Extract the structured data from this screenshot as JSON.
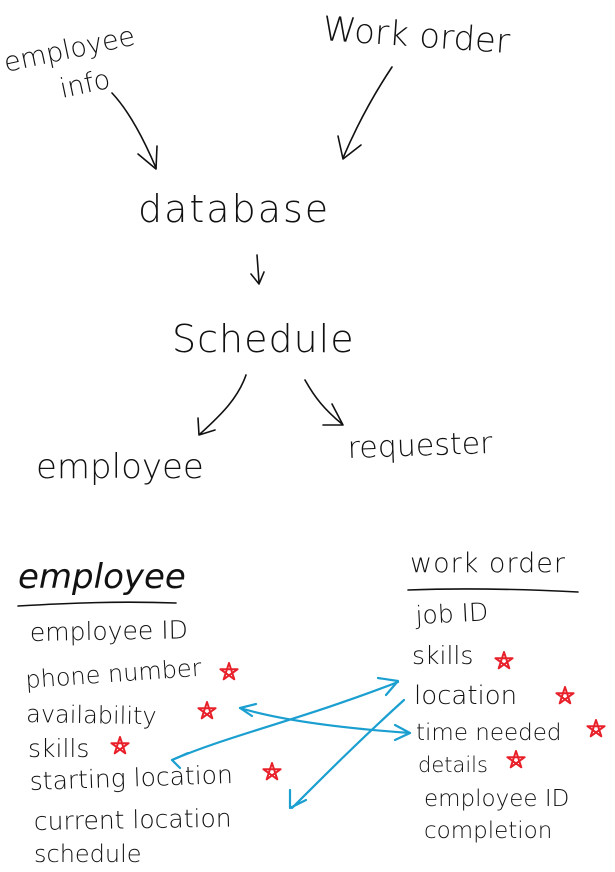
{
  "flow": {
    "employee_info": [
      "employee",
      "info"
    ],
    "work_order": "Work order",
    "database": "database",
    "schedule": "Schedule",
    "employee": "employee",
    "requester": "requester"
  },
  "employee_table": {
    "title": "employee",
    "fields": [
      {
        "label": "employee ID",
        "starred": false
      },
      {
        "label": "phone number",
        "starred": true
      },
      {
        "label": "availability",
        "starred": true
      },
      {
        "label": "skills",
        "starred": true
      },
      {
        "label": "starting location",
        "starred": true
      },
      {
        "label": "current location",
        "starred": false
      },
      {
        "label": "schedule",
        "starred": false
      }
    ]
  },
  "work_order_table": {
    "title": "work order",
    "fields": [
      {
        "label": "job ID",
        "starred": false
      },
      {
        "label": "skills",
        "starred": true
      },
      {
        "label": "location",
        "starred": true
      },
      {
        "label": "time needed",
        "starred": true
      },
      {
        "label": "details",
        "starred": true
      },
      {
        "label": "employee ID",
        "starred": false
      },
      {
        "label": "completion",
        "starred": false
      }
    ]
  },
  "colors": {
    "ink": "#111111",
    "link": "#1a9fd0",
    "star": "#e8202a"
  }
}
